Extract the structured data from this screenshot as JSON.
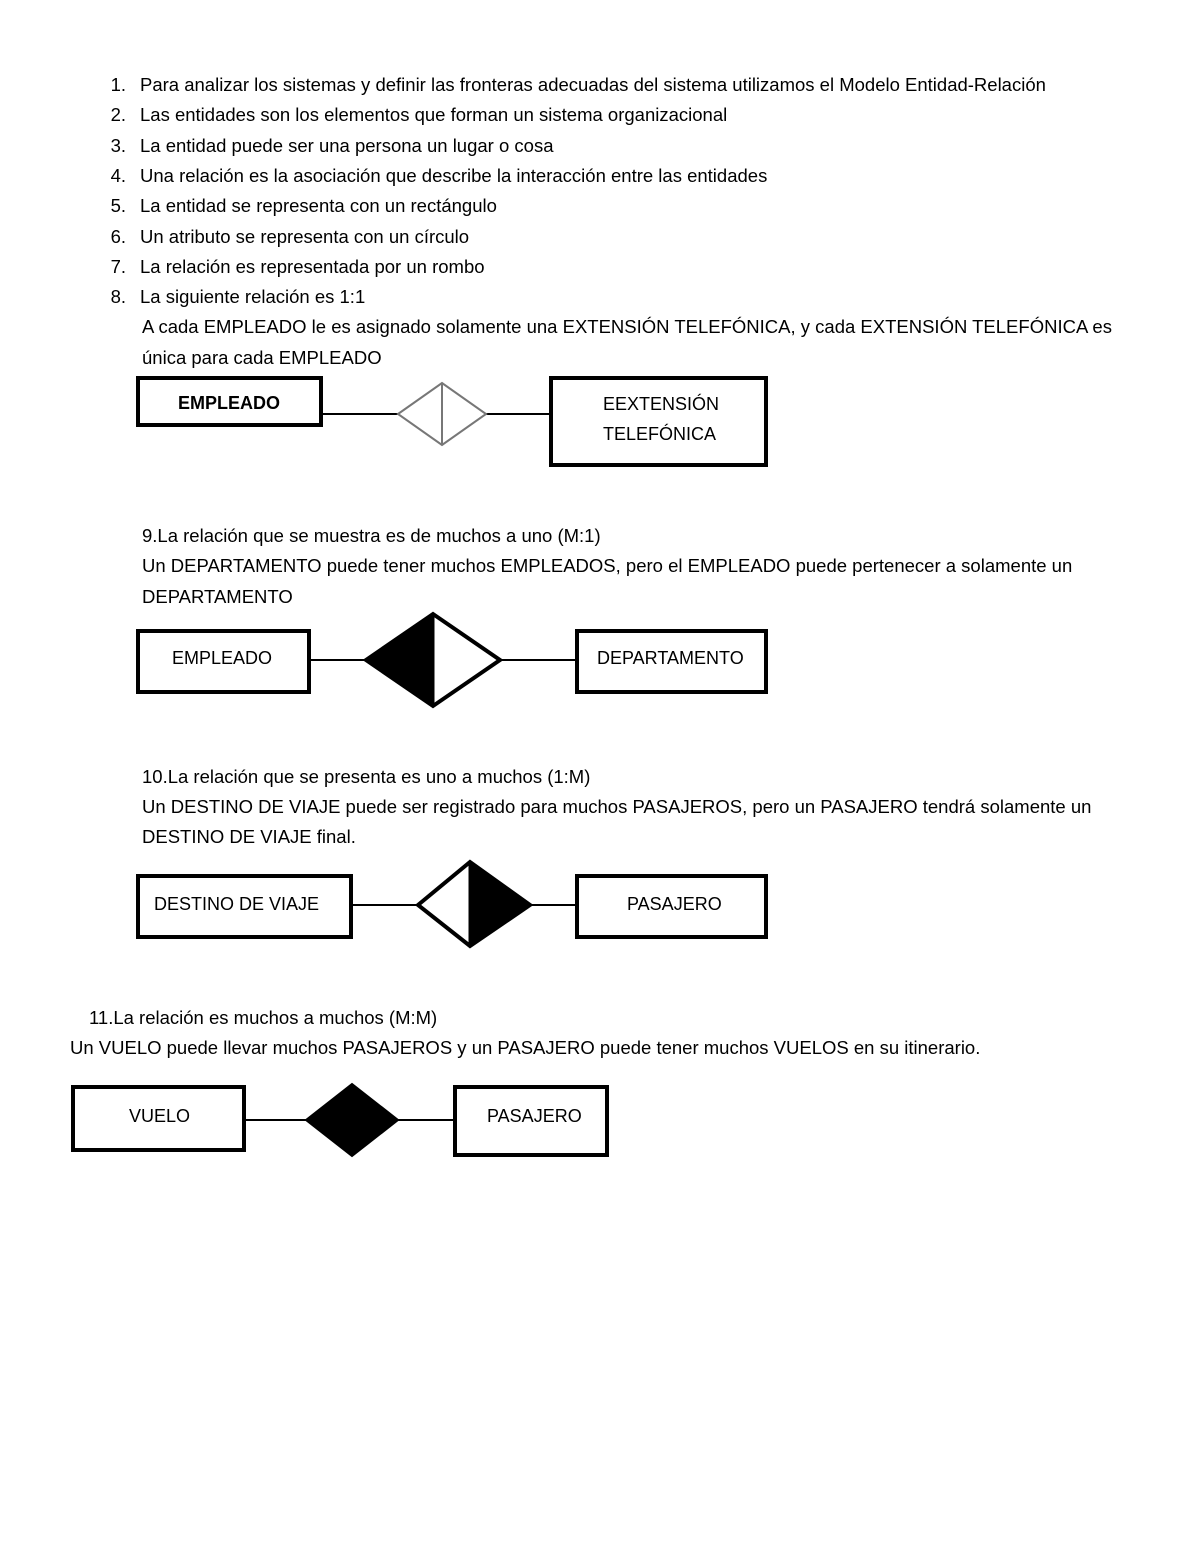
{
  "list": [
    {
      "num": "1.",
      "text": "Para analizar los sistemas y definir las fronteras adecuadas del sistema utilizamos el Modelo Entidad-Relación"
    },
    {
      "num": "2.",
      "text": "Las entidades son los elementos que forman un sistema organizacional"
    },
    {
      "num": "3.",
      "text": "La entidad puede ser una persona un lugar o cosa"
    },
    {
      "num": "4.",
      "text": "Una relación es la asociación que describe la interacción entre las entidades"
    },
    {
      "num": "5.",
      "text": "La entidad se representa con un rectángulo"
    },
    {
      "num": "6.",
      "text": "Un atributo se representa con un círculo"
    },
    {
      "num": "7.",
      "text": "La relación es representada por un rombo"
    },
    {
      "num": "8.",
      "text": "La siguiente relación es 1:1"
    }
  ],
  "q8": {
    "line1": "A cada EMPLEADO le es asignado solamente una EXTENSIÓN TELEFÓNICA, y cada EXTENSIÓN TELEFÓNICA es",
    "line2": "única para cada EMPLEADO",
    "entity_left": "EMPLEADO",
    "entity_right_1": "EEXTENSIÓN",
    "entity_right_2": "TELEFÓNICA"
  },
  "q9": {
    "title": "9.La relación que se muestra es de muchos a uno (M:1)",
    "line1": "Un DEPARTAMENTO puede tener muchos EMPLEADOS, pero el EMPLEADO puede pertenecer a solamente un",
    "line2": "DEPARTAMENTO",
    "entity_left": "EMPLEADO",
    "entity_right": "DEPARTAMENTO"
  },
  "q10": {
    "title": "10.La relación que se presenta es uno a muchos (1:M)",
    "line1": "Un DESTINO DE VIAJE puede ser registrado para muchos PASAJEROS, pero un PASAJERO tendrá solamente un",
    "line2": "DESTINO DE VIAJE final.",
    "entity_left": "DESTINO DE VIAJE",
    "entity_right": "PASAJERO"
  },
  "q11": {
    "title": "11.La relación es muchos a muchos (M:M)",
    "line1": "Un VUELO puede llevar muchos PASAJEROS y un PASAJERO puede tener muchos VUELOS en su itinerario.",
    "entity_left": "VUELO",
    "entity_right": "PASAJERO"
  }
}
